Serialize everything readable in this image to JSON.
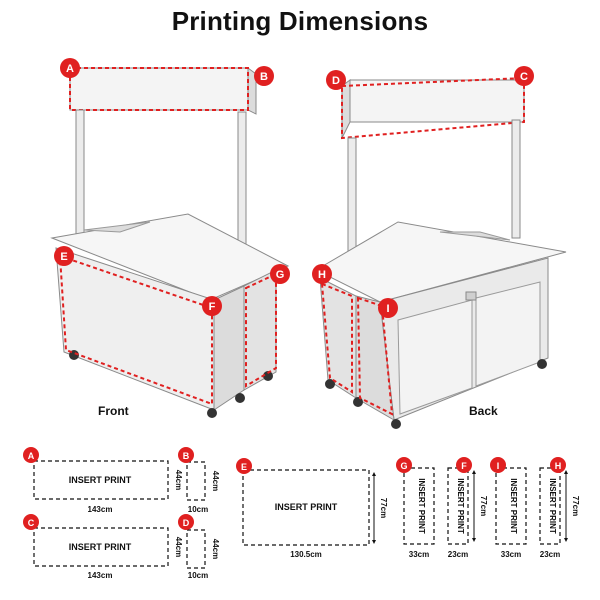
{
  "title": "Printing Dimensions",
  "views": {
    "front": "Front",
    "back": "Back"
  },
  "colors": {
    "accent": "#e02020",
    "panel": "#f4f4f4",
    "frame": "#d9d9d9",
    "outline": "#8a8a8a"
  },
  "stand_badges": [
    "A",
    "B",
    "C",
    "D",
    "E",
    "F",
    "G",
    "H",
    "I"
  ],
  "panels": [
    {
      "id": "A",
      "text": "INSERT PRINT",
      "width": "143cm",
      "height": "44cm"
    },
    {
      "id": "B",
      "width": "10cm",
      "height": "44cm"
    },
    {
      "id": "C",
      "text": "INSERT PRINT",
      "width": "143cm",
      "height": "44cm"
    },
    {
      "id": "D",
      "width": "10cm",
      "height": "44cm"
    },
    {
      "id": "E",
      "text": "INSERT PRINT",
      "width": "130.5cm",
      "height": "77cm"
    },
    {
      "id": "G",
      "text": "INSERT PRINT",
      "width": "33cm"
    },
    {
      "id": "F",
      "text": "INSERT PRINT",
      "width": "23cm",
      "height": "77cm"
    },
    {
      "id": "I",
      "text": "INSERT PRINT",
      "width": "33cm"
    },
    {
      "id": "H",
      "text": "INSERT PRINT",
      "width": "23cm",
      "height": "77cm"
    }
  ]
}
